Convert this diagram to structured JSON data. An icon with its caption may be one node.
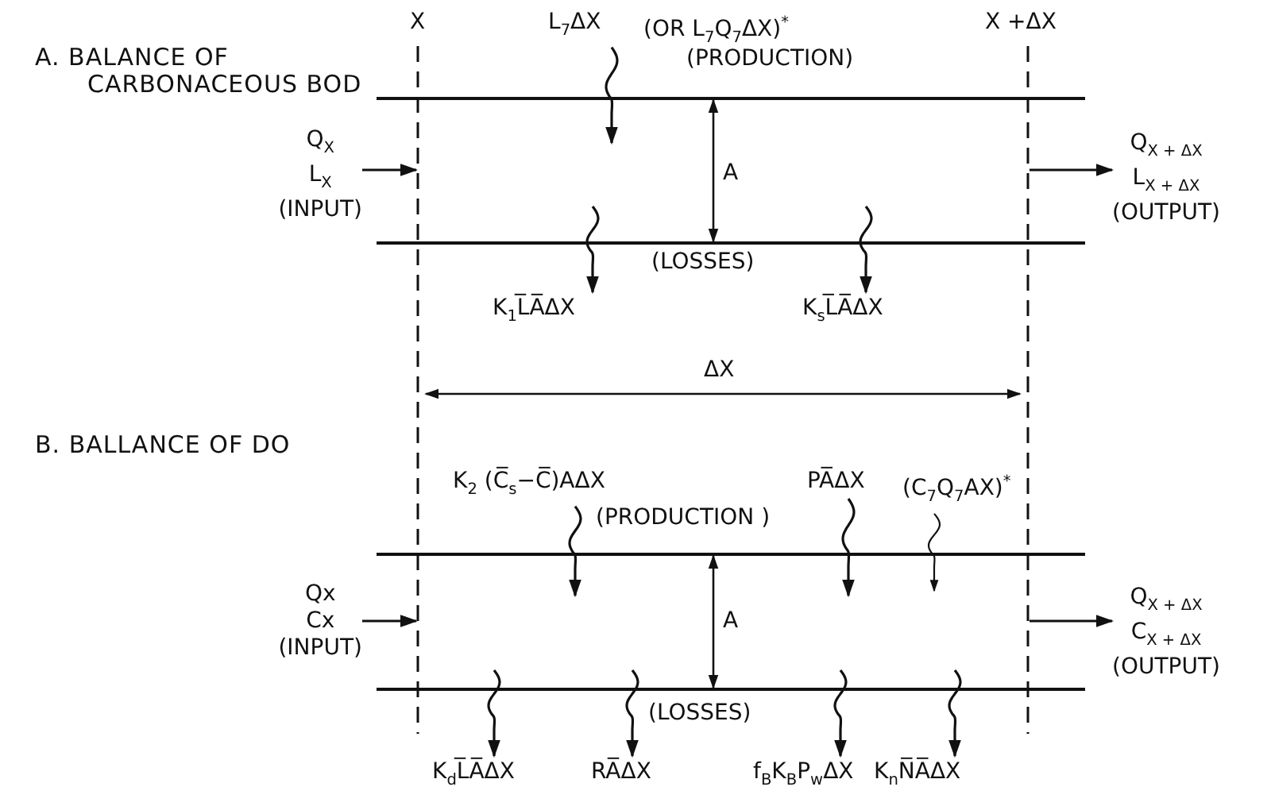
{
  "diagram": {
    "nodes": [
      {
        "text": [
          "L$_{7}$ΔX"
        ]
      },
      {
        "text": [
          "Q$_{X}$ L$_{X}$ (INPUT)"
        ]
      },
      {
        "text": [
          "Q$_{X + ΔX}$ L$_{X + ΔX}$ (OUTPUT)"
        ]
      },
      {
        "text": [
          "K$_{1}$L̅A̅ΔX"
        ]
      },
      {
        "text": [
          "K$_{s}$L̅A̅ΔX"
        ]
      },
      {
        "text": [
          "K$_{2}$ (C̅$_{s}$−C̅)AΔX"
        ]
      },
      {
        "text": [
          "PA̅ΔX"
        ]
      },
      {
        "text": [
          "(C$_{7}$Q$_{7}$AX)$^{*}$"
        ]
      },
      {
        "text": [
          "Qx Cx (INPUT)"
        ]
      },
      {
        "text": [
          "Q$_{X + ΔX}$ C$_{X + ΔX}$ (OUTPUT)"
        ]
      },
      {
        "text": [
          "K$_{d}$L̅A̅ΔX"
        ]
      },
      {
        "text": [
          "RA̅ΔX"
        ]
      },
      {
        "text": [
          "f$_{B}$K$_{B}$P$_{w}$ΔX"
        ]
      },
      {
        "text": [
          "K$_{n}$N̅A̅ΔX"
        ]
      }
    ],
    "edges": [
      {
        "from": 0,
        "to": null,
        "arrow": "to"
      },
      {
        "from": 1,
        "to": null,
        "arrow": "to"
      },
      {
        "from": null,
        "to": 2,
        "arrow": "to"
      },
      {
        "from": null,
        "to": 3,
        "arrow": "to"
      },
      {
        "from": null,
        "to": 4,
        "arrow": "to"
      },
      {
        "from": 5,
        "to": null,
        "arrow": "to"
      },
      {
        "from": 6,
        "to": null,
        "arrow": "to"
      },
      {
        "from": 7,
        "to": null,
        "arrow": "to"
      },
      {
        "from": 8,
        "to": null,
        "arrow": "to"
      },
      {
        "from": null,
        "to": 9,
        "arrow": "to"
      },
      {
        "from": null,
        "to": 10,
        "arrow": "to"
      },
      {
        "from": null,
        "to": 11,
        "arrow": "to"
      },
      {
        "from": null,
        "to": 12,
        "arrow": "to"
      },
      {
        "from": null,
        "to": 13,
        "arrow": "to"
      }
    ],
    "labels": [
      "A. BALANCE OF CARBONACEOUS BOD",
      "X",
      "X +ΔX",
      "(OR L$_{7}$Q$_{7}$ΔX)$^{*}$",
      "(PRODUCTION)",
      "A",
      "(LOSSES)",
      "ΔX",
      "B. BALLANCE OF DO",
      "(PRODUCTION )",
      "A",
      "(LOSSES)"
    ]
  }
}
